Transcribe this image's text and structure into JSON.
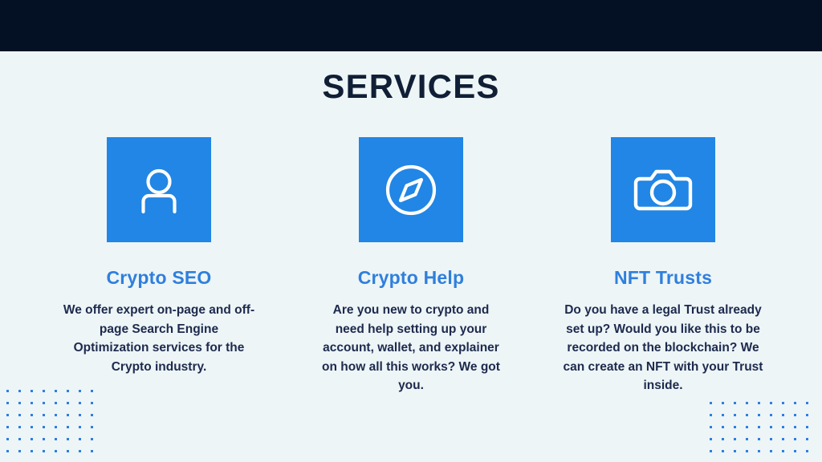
{
  "header": {
    "title": "SERVICES",
    "bar_color": "#041124"
  },
  "theme": {
    "background": "#edf5f7",
    "tile_blue": "#2186e5",
    "heading_blue": "#2f7fdd",
    "body_navy": "#1d2a4d",
    "title_navy": "#101f36",
    "dot_blue": "#2f7fdd"
  },
  "services": [
    {
      "icon": "user-icon",
      "title": "Crypto SEO",
      "body": "We offer expert on-page and off-page Search Engine Optimization services for the Crypto industry."
    },
    {
      "icon": "compass-icon",
      "title": "Crypto Help",
      "body": "Are you new to crypto and need help setting up your account, wallet, and explainer on how all this works? We got you."
    },
    {
      "icon": "camera-icon",
      "title": "NFT Trusts",
      "body": "Do you have a legal Trust already set up? Would you like this to be recorded on the blockchain? We can create an NFT with your Trust inside."
    }
  ],
  "decoration": {
    "left_dots": {
      "rows": 6,
      "cols": 8
    },
    "right_dots": {
      "rows": 5,
      "cols": 9
    }
  }
}
